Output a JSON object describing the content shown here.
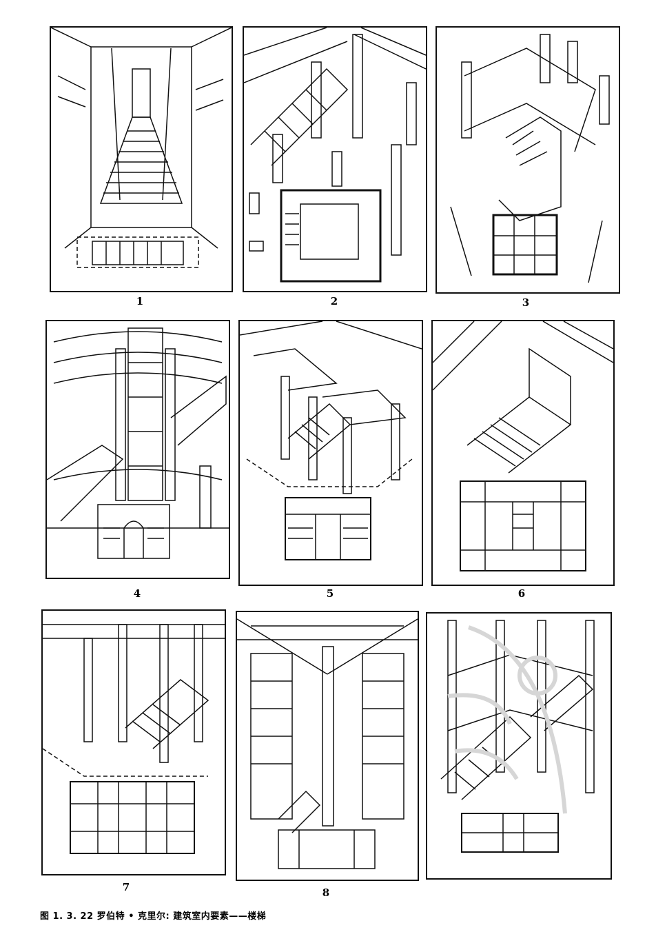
{
  "figure": {
    "panels": [
      {
        "label": "1"
      },
      {
        "label": "2"
      },
      {
        "label": "3"
      },
      {
        "label": "4"
      },
      {
        "label": "5"
      },
      {
        "label": "6"
      },
      {
        "label": "7"
      },
      {
        "label": "8"
      },
      {
        "label": ""
      }
    ],
    "caption": "图 1. 3. 22   罗伯特 • 克里尔: 建筑室内要素——楼梯"
  },
  "colors": {
    "ink": "#111111",
    "paper": "#ffffff",
    "watermark": "#d6d6d6"
  }
}
